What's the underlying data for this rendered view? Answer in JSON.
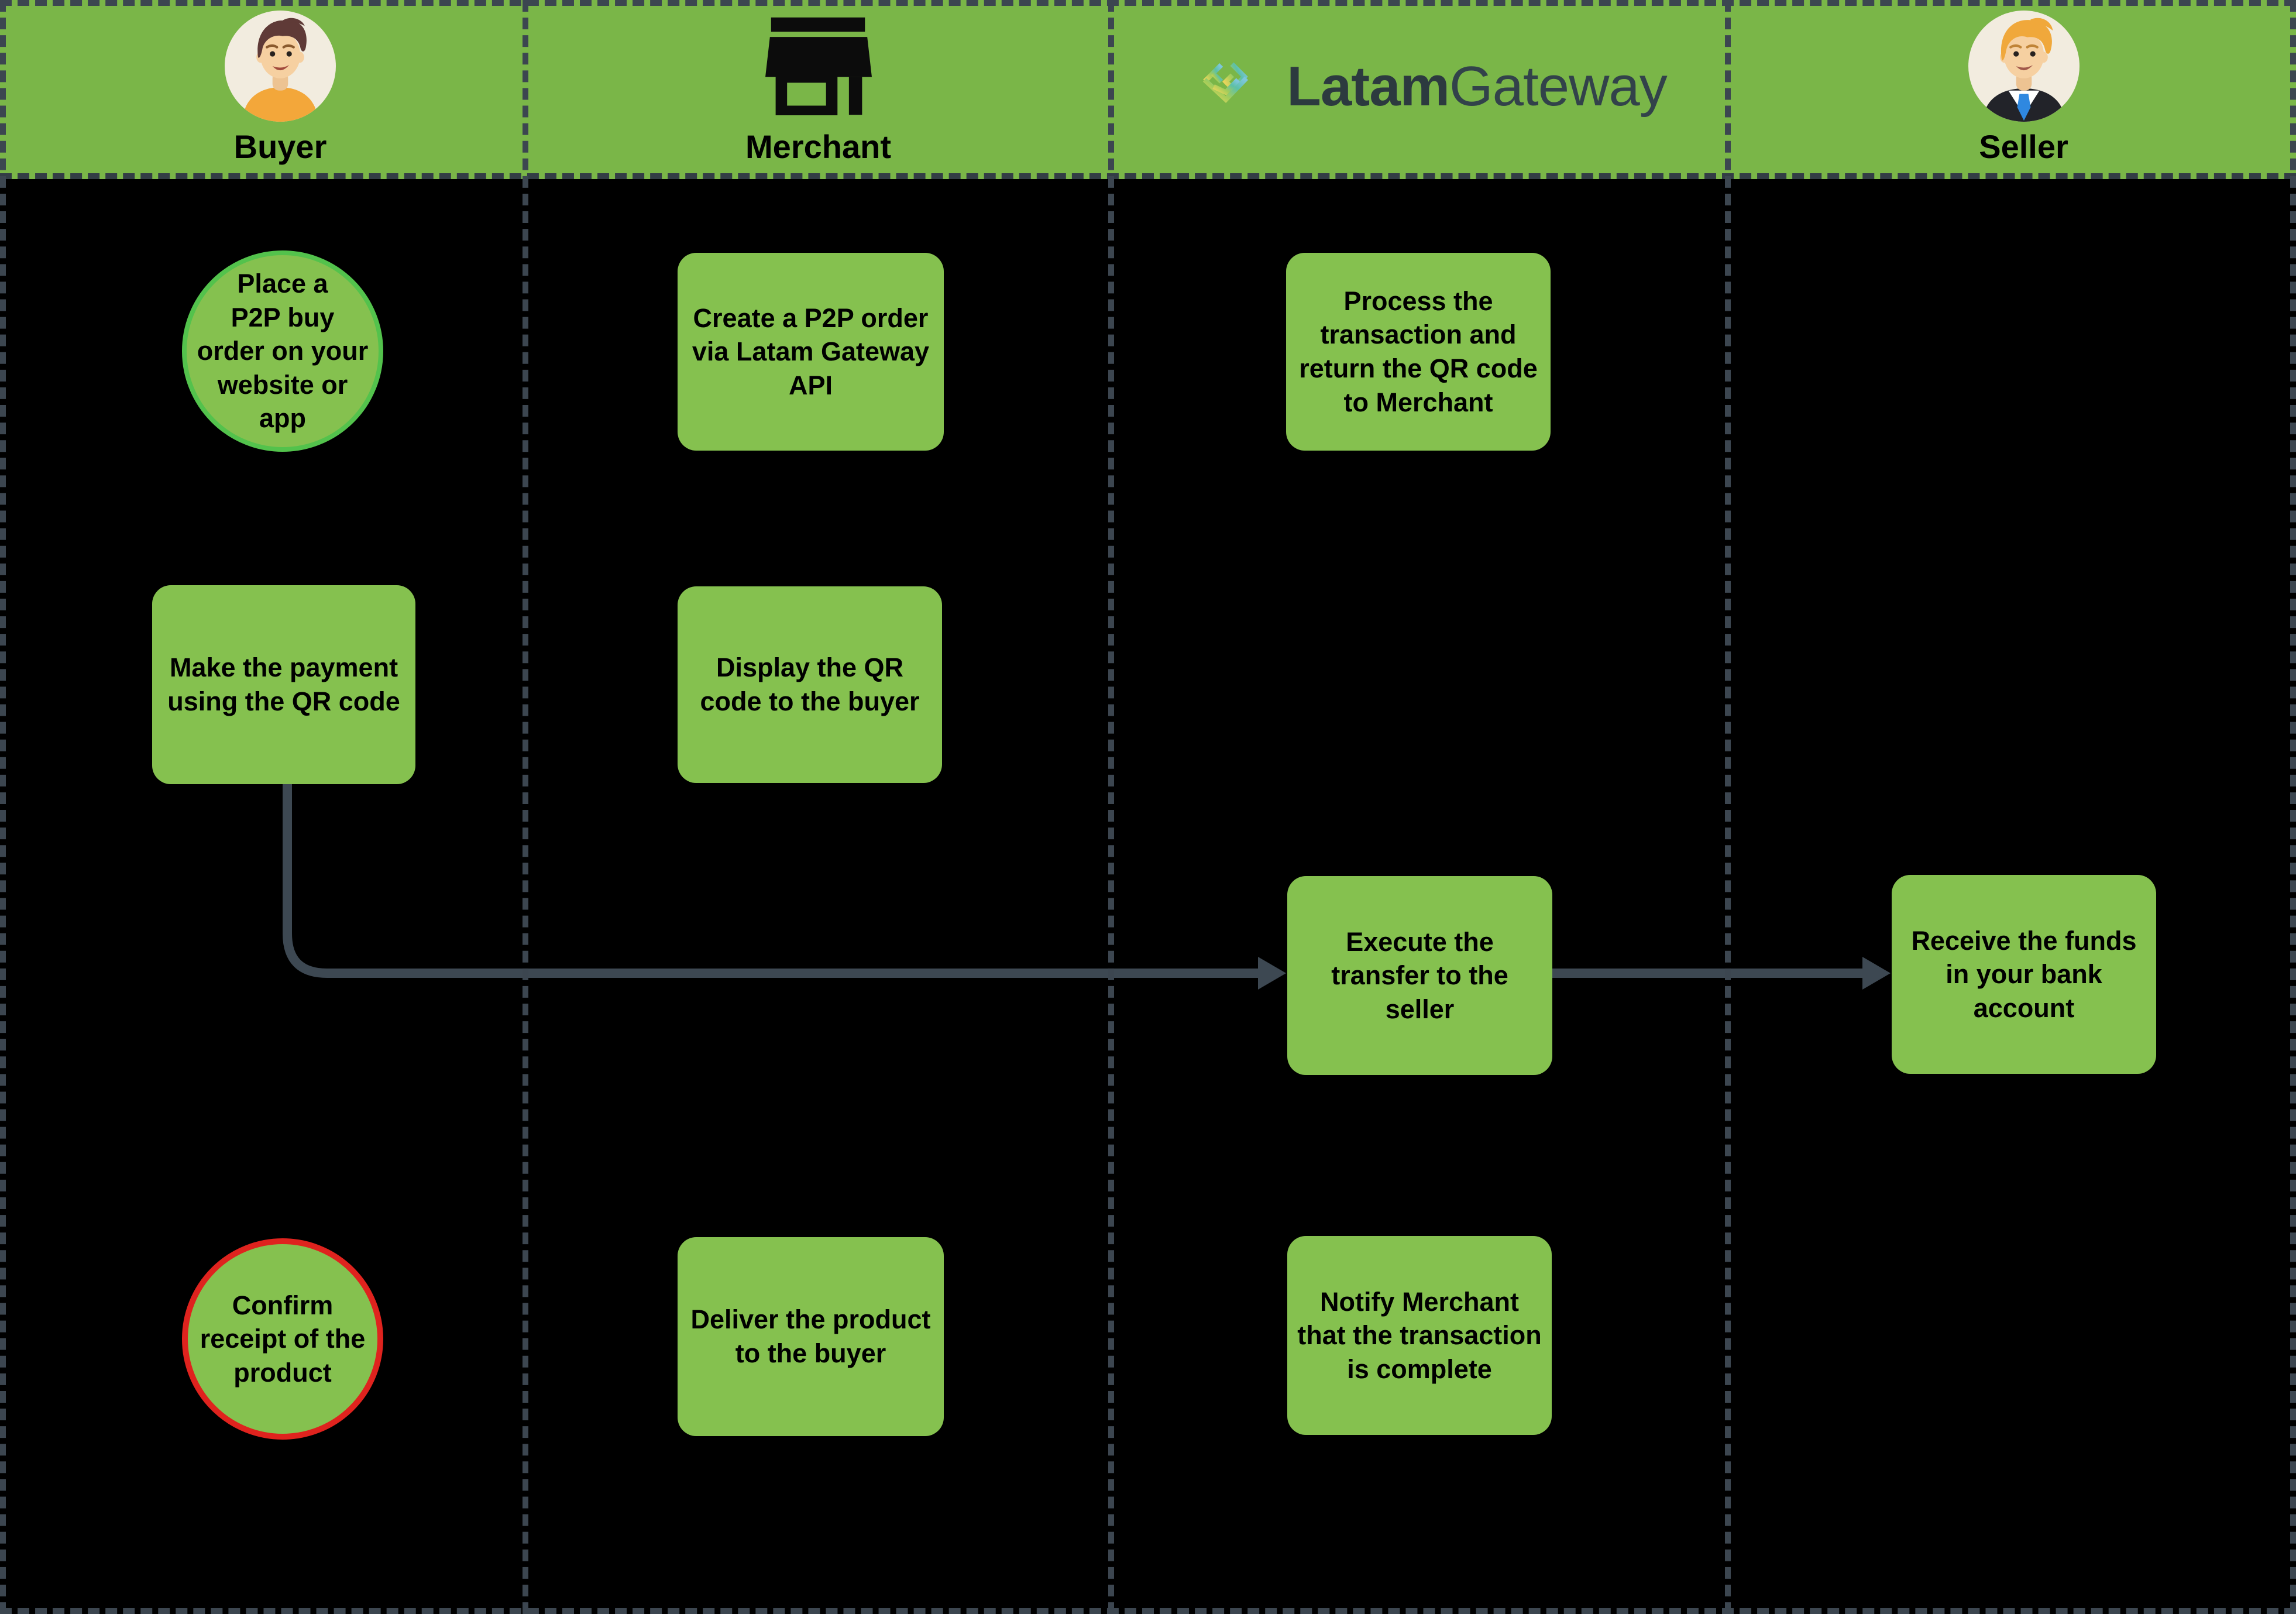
{
  "colors": {
    "background": "#000000",
    "lane_header_green": "#7ab648",
    "node_green": "#85c14f",
    "start_circle_border_green": "#53c24c",
    "end_circle_border_red": "#df231e",
    "connector_gray": "#3d4852",
    "logo_text_dark": "#2c3a3f"
  },
  "lanes": [
    {
      "label": "Buyer",
      "icon": "buyer-avatar-icon"
    },
    {
      "label": "Merchant",
      "icon": "storefront-icon"
    },
    {
      "label": "",
      "logo": {
        "brand_bold": "Latam",
        "brand_light": "Gateway",
        "icon": "latamgateway-mark-icon"
      }
    },
    {
      "label": "Seller",
      "icon": "seller-avatar-icon"
    }
  ],
  "nodes": [
    {
      "id": "place-order",
      "lane": "Buyer",
      "shape": "circle",
      "text": "Place a\nP2P buy\norder on your\nwebsite or\napp"
    },
    {
      "id": "create-order",
      "lane": "Merchant",
      "shape": "rect",
      "text": "Create a P2P order\nvia Latam Gateway\nAPI"
    },
    {
      "id": "process-transaction",
      "lane": "LatamGateway",
      "shape": "rect",
      "text": "Process the\ntransaction and\nreturn the QR code\nto Merchant"
    },
    {
      "id": "make-payment",
      "lane": "Buyer",
      "shape": "rect",
      "text": "Make the payment\nusing the QR code"
    },
    {
      "id": "display-qr",
      "lane": "Merchant",
      "shape": "rect",
      "text": "Display the QR\ncode to the buyer"
    },
    {
      "id": "execute-transfer",
      "lane": "LatamGateway",
      "shape": "rect",
      "text": "Execute the\ntransfer to the\nseller"
    },
    {
      "id": "receive-funds",
      "lane": "Seller",
      "shape": "rect",
      "text": "Receive the funds\nin your bank\naccount"
    },
    {
      "id": "deliver-product",
      "lane": "Merchant",
      "shape": "rect",
      "text": "Deliver the product\nto the buyer"
    },
    {
      "id": "notify-merchant",
      "lane": "LatamGateway",
      "shape": "rect",
      "text": "Notify Merchant\nthat the transaction\nis complete"
    },
    {
      "id": "confirm-receipt",
      "lane": "Buyer",
      "shape": "circle",
      "text": "Confirm\nreceipt of the\nproduct"
    }
  ],
  "connectors": [
    {
      "from": "make-payment",
      "to": "execute-transfer",
      "style": "elbow-arrow-right"
    },
    {
      "from": "execute-transfer",
      "to": "receive-funds",
      "style": "straight-arrow-right"
    }
  ]
}
